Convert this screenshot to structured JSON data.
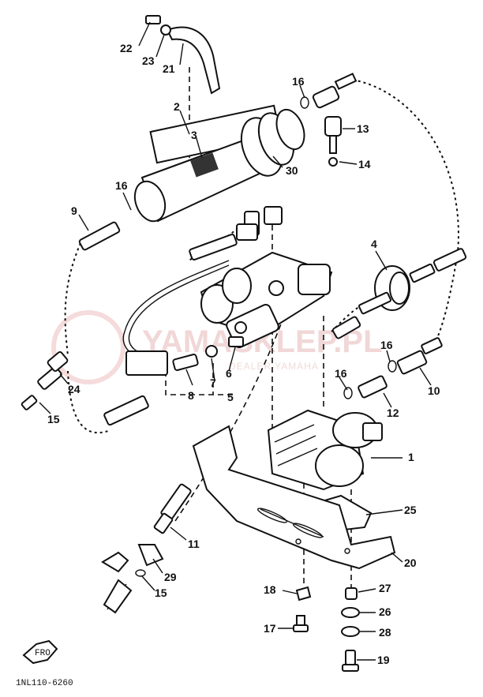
{
  "callouts": {
    "c1": "1",
    "c2": "2",
    "c3": "3",
    "c4": "4",
    "c5": "5",
    "c6": "6",
    "c7": "7",
    "c8": "8",
    "c9": "9",
    "c10": "10",
    "c11": "11",
    "c12": "12",
    "c13": "13",
    "c14": "14",
    "c15a": "15",
    "c15b": "15",
    "c16a": "16",
    "c16b": "16",
    "c16c": "16",
    "c16d": "16",
    "c17": "17",
    "c18": "18",
    "c19": "19",
    "c20": "20",
    "c21": "21",
    "c22": "22",
    "c23": "23",
    "c24": "24",
    "c25": "25",
    "c26": "26",
    "c27": "27",
    "c28": "28",
    "c29": "29",
    "c30": "30"
  },
  "watermark": {
    "brand": "YAMASKLEP.PL",
    "subtitle": "DEALER YAMAHA"
  },
  "fr_marker": "FRO",
  "drawing_code": "1NL110-6260"
}
